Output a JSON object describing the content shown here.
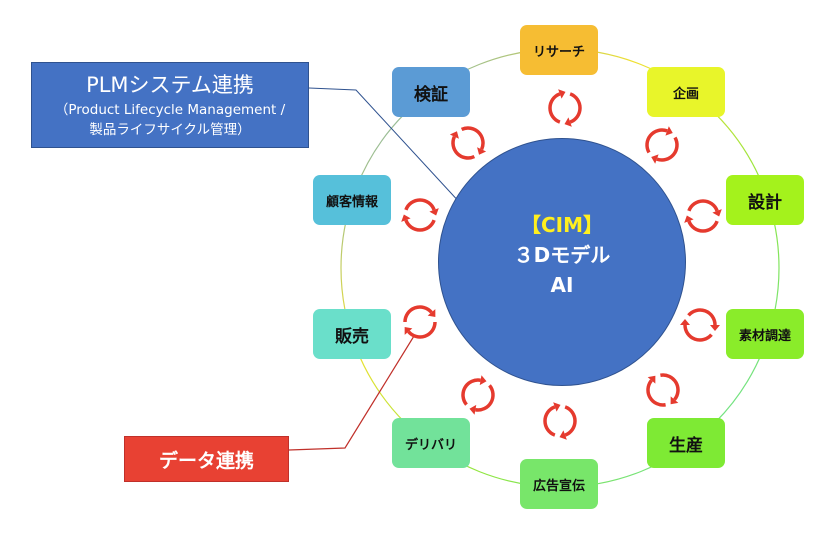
{
  "hub": {
    "tag": "【CIM】",
    "line1": "３Dモデル",
    "line2": "AI",
    "color": "#4472c4"
  },
  "nodes": [
    {
      "label": "リサーチ",
      "color": "#f6bd33"
    },
    {
      "label": "企画",
      "color": "#e8f52a"
    },
    {
      "label": "設計",
      "color": "#a4f21c"
    },
    {
      "label": "素材調達",
      "color": "#8aec2a"
    },
    {
      "label": "生産",
      "color": "#7eea34"
    },
    {
      "label": "広告宣伝",
      "color": "#78e66a"
    },
    {
      "label": "デリバリ",
      "color": "#72e29a"
    },
    {
      "label": "販売",
      "color": "#6adfca"
    },
    {
      "label": "顧客情報",
      "color": "#56c0da"
    },
    {
      "label": "検証",
      "color": "#5b9bd5"
    }
  ],
  "callouts": {
    "plm_title": "PLMシステム連携",
    "plm_sub1": "（Product Lifecycle Management /",
    "plm_sub2": "製品ライフサイクル管理）",
    "data_link": "データ連携"
  },
  "cycle_icon": "circular-arrows-icon",
  "arrow_color": "#e53a2e"
}
